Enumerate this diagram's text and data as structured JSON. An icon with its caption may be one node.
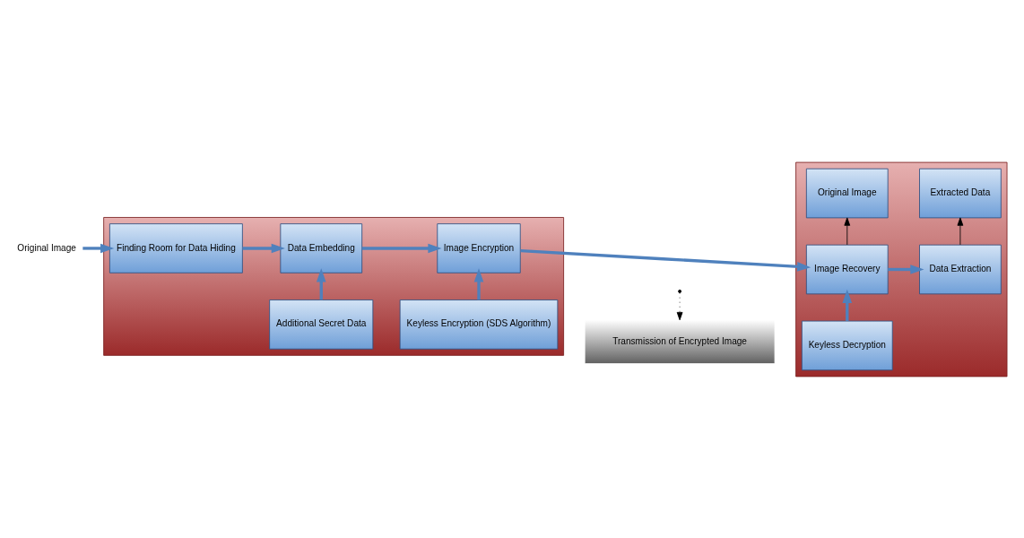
{
  "diagram": {
    "nodes": [
      {
        "text": [],
        "shape": "box"
      },
      {
        "text": [],
        "shape": "box"
      },
      {
        "text": [
          "Original Image"
        ]
      },
      {
        "text": [
          "Finding Room for Data Hiding"
        ],
        "in": 0
      },
      {
        "text": [
          "Additional Secret Data"
        ],
        "in": 0
      },
      {
        "text": [
          "Data Embedding"
        ],
        "in": 0
      },
      {
        "text": [
          "Keyless Encryption (SDS Algorithm)"
        ],
        "in": 0
      },
      {
        "text": [
          "Image Encryption"
        ],
        "in": 0
      },
      {
        "text": [
          "Keyless Decryption"
        ],
        "in": 1
      },
      {
        "text": [
          "Image Recovery"
        ],
        "in": 1
      },
      {
        "text": [
          "Data Extraction"
        ],
        "in": 1
      },
      {
        "text": [
          "Original Image"
        ],
        "in": 1
      },
      {
        "text": [
          "Extracted Data"
        ],
        "in": 1
      },
      {
        "text": [
          "Transmission of Encrypted Image"
        ]
      }
    ],
    "edges": [
      {
        "from": 2,
        "to": 3,
        "arrow": "to"
      },
      {
        "from": 3,
        "to": 5,
        "arrow": "to"
      },
      {
        "from": 4,
        "to": 5,
        "arrow": "to"
      },
      {
        "from": 5,
        "to": 7,
        "arrow": "to"
      },
      {
        "from": 6,
        "to": 7,
        "arrow": "to"
      },
      {
        "from": 7,
        "to": 9,
        "arrow": "to"
      },
      {
        "from": 8,
        "to": 9,
        "arrow": "to"
      },
      {
        "from": 9,
        "to": 10,
        "arrow": "to"
      },
      {
        "from": 9,
        "to": 11,
        "arrow": "to",
        "color": "#000000"
      },
      {
        "from": 10,
        "to": 12,
        "arrow": "to",
        "color": "#000000"
      },
      {
        "from": null,
        "to": 13,
        "arrow": "to",
        "style": "dashed",
        "color": "#000000"
      }
    ]
  }
}
